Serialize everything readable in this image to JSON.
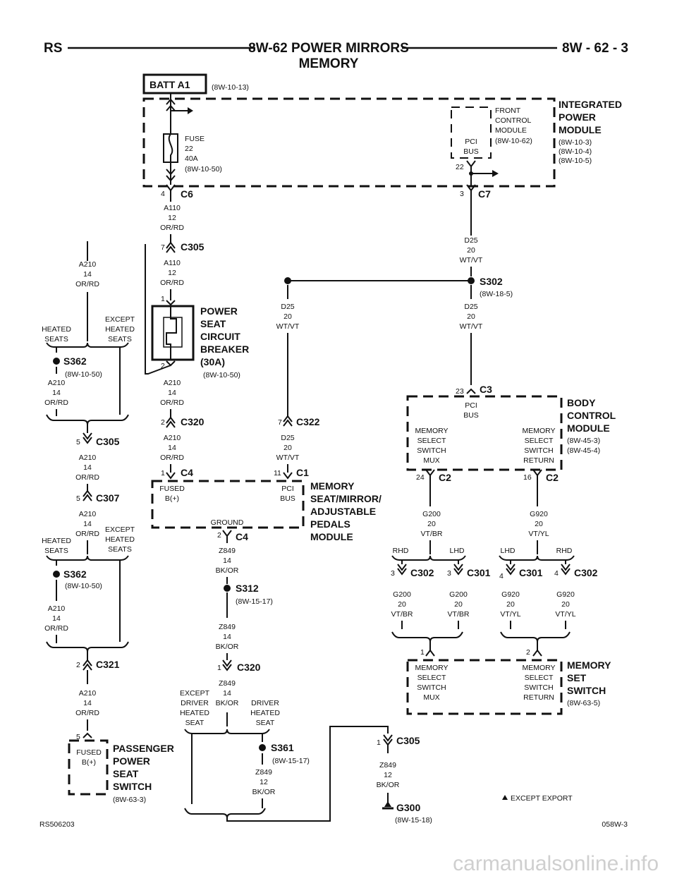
{
  "header": {
    "left": "RS",
    "title": "8W-62 POWER MIRRORS",
    "subtitle": "MEMORY",
    "right": "8W - 62 - 3"
  },
  "batt": {
    "label": "BATT A1",
    "ref": "(8W-10-13)"
  },
  "ipm": {
    "name": [
      "INTEGRATED",
      "POWER",
      "MODULE"
    ],
    "refs": [
      "(8W-10-3)",
      "(8W-10-4)",
      "(8W-10-5)"
    ],
    "fuse": [
      "FUSE",
      "22",
      "40A",
      "(8W-10-50)"
    ],
    "fcm": [
      "FRONT",
      "CONTROL",
      "MODULE",
      "(8W-10-62)"
    ],
    "pci": [
      "PCI",
      "BUS"
    ],
    "pin22": "22"
  },
  "conn": {
    "c6": "C6",
    "c6pin": "4",
    "c7": "C7",
    "c7pin": "3",
    "c305a": "C305",
    "c305apin": "7",
    "c305b": "C305",
    "c305bpin": "5",
    "c307": "C307",
    "c307pin": "5",
    "c320a": "C320",
    "c320apin": "2",
    "c322": "C322",
    "c322pin": "7",
    "c321": "C321",
    "c321pin": "2",
    "c4a": "C4",
    "c4apin": "1",
    "c1": "C1",
    "c1pin": "11",
    "c4b": "C4",
    "c4bpin": "2",
    "c320b": "C320",
    "c320bpin": "1",
    "c305c": "C305",
    "c305cpin": "1",
    "c3": "C3",
    "c3pin": "23",
    "c2a": "C2",
    "c2apin": "24",
    "c2b": "C2",
    "c2bpin": "16",
    "c302a": "C302",
    "c302apin": "3",
    "c301a": "C301",
    "c301apin": "3",
    "c301b": "C301",
    "c301bpin": "4",
    "c302b": "C302",
    "c302bpin": "4",
    "pin1": "1",
    "pin2": "2",
    "pin5": "5",
    "pin1b": "1",
    "pin2b": "2"
  },
  "wires": {
    "a110_1": [
      "A110",
      "12",
      "OR/RD"
    ],
    "a110_2": [
      "A110",
      "12",
      "OR/RD"
    ],
    "a210_top": [
      "A210",
      "14",
      "OR/RD"
    ],
    "a210_s362": [
      "A210",
      "14",
      "OR/RD"
    ],
    "a210_cb": [
      "A210",
      "14",
      "OR/RD"
    ],
    "a210_c320": [
      "A210",
      "14",
      "OR/RD"
    ],
    "a210_c305": [
      "A210",
      "14",
      "OR/RD"
    ],
    "a210_c307": [
      "A210",
      "14",
      "OR/RD"
    ],
    "a210_s362b": [
      "A210",
      "14",
      "OR/RD"
    ],
    "a210_c321": [
      "A210",
      "14",
      "OR/RD"
    ],
    "d25_top": [
      "D25",
      "20",
      "WT/VT"
    ],
    "d25_s302": [
      "D25",
      "20",
      "WT/VT"
    ],
    "d25_left": [
      "D25",
      "20",
      "WT/VT"
    ],
    "d25_c322": [
      "D25",
      "20",
      "WT/VT"
    ],
    "z849_a": [
      "Z849",
      "14",
      "BK/OR"
    ],
    "z849_b": [
      "Z849",
      "14",
      "BK/OR"
    ],
    "z849_c": [
      "Z849",
      "14",
      "BK/OR"
    ],
    "z849_d": [
      "Z849",
      "12",
      "BK/OR"
    ],
    "z849_e": [
      "Z849",
      "12",
      "BK/OR"
    ],
    "g200_top": [
      "G200",
      "20",
      "VT/BR"
    ],
    "g920_top": [
      "G920",
      "20",
      "VT/YL"
    ],
    "g200_l": [
      "G200",
      "20",
      "VT/BR"
    ],
    "g200_r": [
      "G200",
      "20",
      "VT/BR"
    ],
    "g920_l": [
      "G920",
      "20",
      "VT/YL"
    ],
    "g920_r": [
      "G920",
      "20",
      "VT/YL"
    ]
  },
  "splices": {
    "s362a": "S362",
    "s362a_ref": "(8W-10-50)",
    "s362b": "S362",
    "s362b_ref": "(8W-10-50)",
    "s302": "S302",
    "s302_ref": "(8W-18-5)",
    "s312": "S312",
    "s312_ref": "(8W-15-17)",
    "s361": "S361",
    "s361_ref": "(8W-15-17)",
    "g300": "G300",
    "g300_ref": "(8W-15-18)"
  },
  "options": {
    "heated": [
      "HEATED",
      "SEATS"
    ],
    "except_heated": [
      "EXCEPT",
      "HEATED",
      "SEATS"
    ],
    "heated2": [
      "HEATED",
      "SEATS"
    ],
    "except_heated2": [
      "EXCEPT",
      "HEATED",
      "SEATS"
    ],
    "except_driver": [
      "EXCEPT",
      "DRIVER",
      "HEATED",
      "SEAT"
    ],
    "driver_heated": [
      "DRIVER",
      "HEATED",
      "SEAT"
    ],
    "rhd": "RHD",
    "lhd": "LHD",
    "lhd2": "LHD",
    "rhd2": "RHD"
  },
  "components": {
    "breaker": [
      "POWER",
      "SEAT",
      "CIRCUIT",
      "BREAKER",
      "(30A)"
    ],
    "breaker_ref": "(8W-10-50)",
    "bcm": [
      "BODY",
      "CONTROL",
      "MODULE"
    ],
    "bcm_refs": [
      "(8W-45-3)",
      "(8W-45-4)"
    ],
    "bcm_pci": [
      "PCI",
      "BUS"
    ],
    "bcm_mux": [
      "MEMORY",
      "SELECT",
      "SWITCH",
      "MUX"
    ],
    "bcm_ret": [
      "MEMORY",
      "SELECT",
      "SWITCH",
      "RETURN"
    ],
    "msm": [
      "MEMORY",
      "SEAT/MIRROR/",
      "ADJUSTABLE",
      "PEDALS",
      "MODULE"
    ],
    "msm_fused": [
      "FUSED",
      "B(+)"
    ],
    "msm_pci": [
      "PCI",
      "BUS"
    ],
    "msm_ground": "GROUND",
    "mss": [
      "MEMORY",
      "SET",
      "SWITCH"
    ],
    "mss_ref": "(8W-63-5)",
    "mss_mux": [
      "MEMORY",
      "SELECT",
      "SWITCH",
      "MUX"
    ],
    "mss_ret": [
      "MEMORY",
      "SELECT",
      "SWITCH",
      "RETURN"
    ],
    "pss": [
      "PASSENGER",
      "POWER",
      "SEAT",
      "SWITCH"
    ],
    "pss_ref": "(8W-63-3)",
    "pss_fused": [
      "FUSED",
      "B(+)"
    ]
  },
  "footer": {
    "left": "RS506203",
    "right": "058W-3",
    "note": "EXCEPT EXPORT",
    "watermark": "carmanualsonline.info"
  }
}
